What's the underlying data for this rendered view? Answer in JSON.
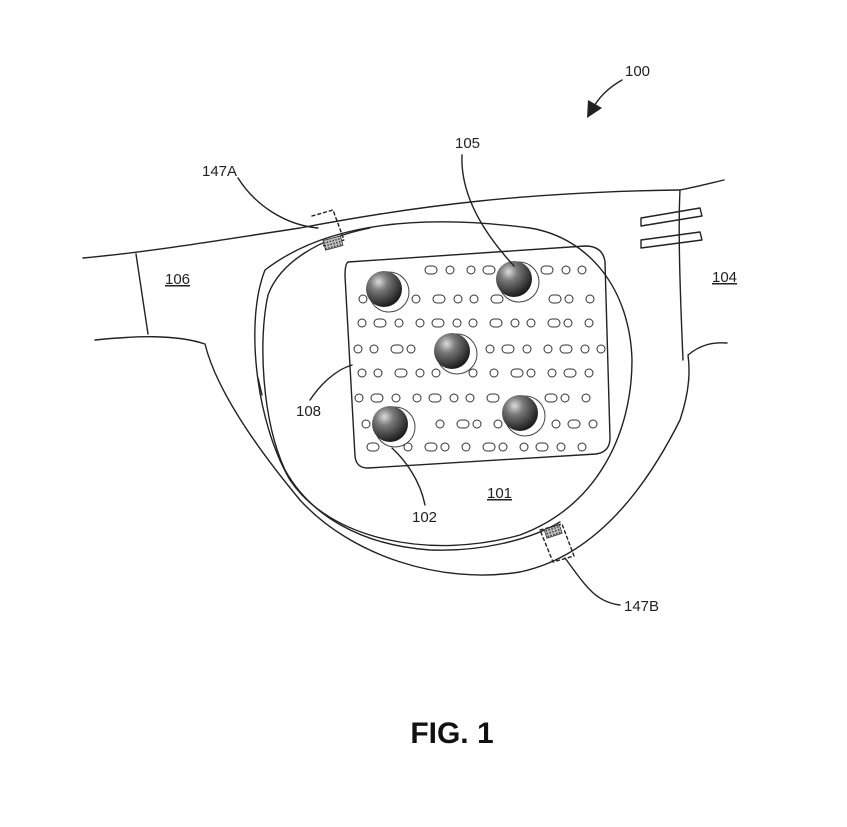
{
  "figure": {
    "caption": "FIG. 1",
    "labels": {
      "device": "100",
      "substrate": "101",
      "led_ref": "102",
      "right_arm": "104",
      "emitter_ref": "105",
      "left_arm": "106",
      "boundary": "108",
      "sensor_a": "147A",
      "sensor_b": "147B"
    }
  }
}
